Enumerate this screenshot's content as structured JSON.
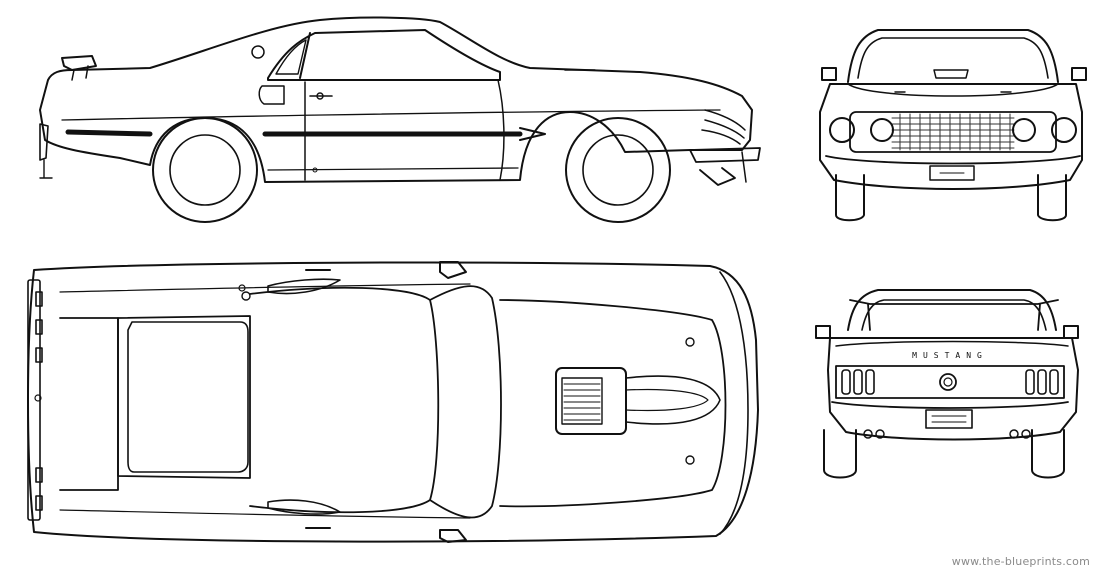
{
  "drawing": {
    "subject": "Ford Mustang Mach 1 fastback, 1969",
    "line_color": "#111111",
    "paper_color": "#ffffff",
    "views": [
      "side",
      "front",
      "top",
      "rear"
    ],
    "rear_badge_text": "MUSTANG"
  },
  "watermark": {
    "text": "www.the-blueprints.com",
    "color": "#8a8a8a"
  }
}
